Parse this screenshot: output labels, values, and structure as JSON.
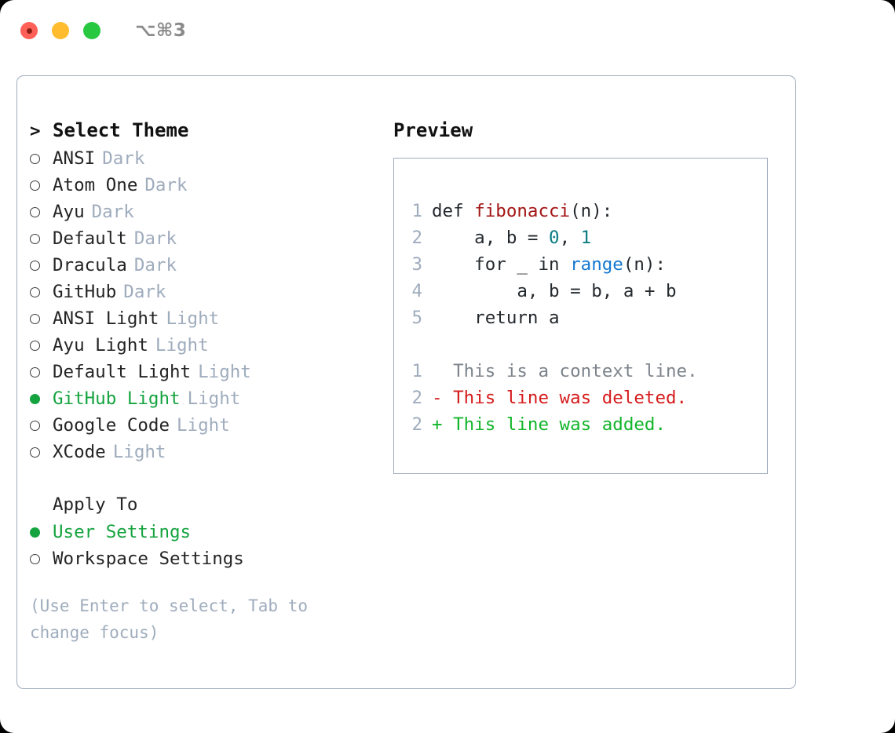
{
  "titlebar": {
    "shortcut": "⌥⌘3",
    "buttons": [
      {
        "name": "close",
        "color": "#ff6058"
      },
      {
        "name": "minimize",
        "color": "#febc2e"
      },
      {
        "name": "maximize",
        "color": "#28c840"
      }
    ]
  },
  "theme_list": {
    "header_prefix": ">",
    "header": "Select Theme",
    "items": [
      {
        "marker": "○",
        "label": "ANSI",
        "suffix": "Dark",
        "selected": false
      },
      {
        "marker": "○",
        "label": "Atom One",
        "suffix": "Dark",
        "selected": false
      },
      {
        "marker": "○",
        "label": "Ayu",
        "suffix": "Dark",
        "selected": false
      },
      {
        "marker": "○",
        "label": "Default",
        "suffix": "Dark",
        "selected": false
      },
      {
        "marker": "○",
        "label": "Dracula",
        "suffix": "Dark",
        "selected": false
      },
      {
        "marker": "○",
        "label": "GitHub",
        "suffix": "Dark",
        "selected": false
      },
      {
        "marker": "○",
        "label": "ANSI Light",
        "suffix": "Light",
        "selected": false
      },
      {
        "marker": "○",
        "label": "Ayu Light",
        "suffix": "Light",
        "selected": false
      },
      {
        "marker": "○",
        "label": "Default Light",
        "suffix": "Light",
        "selected": false
      },
      {
        "marker": "●",
        "label": "GitHub Light",
        "suffix": "Light",
        "selected": true
      },
      {
        "marker": "○",
        "label": "Google Code",
        "suffix": "Light",
        "selected": false
      },
      {
        "marker": "○",
        "label": "XCode",
        "suffix": "Light",
        "selected": false
      }
    ]
  },
  "apply_to": {
    "header": "Apply To",
    "items": [
      {
        "marker": "●",
        "label": "User Settings",
        "selected": true
      },
      {
        "marker": "○",
        "label": "Workspace Settings",
        "selected": false
      }
    ]
  },
  "hint": "(Use Enter to select, Tab to change focus)",
  "preview": {
    "title": "Preview",
    "code_lines": [
      {
        "num": "1",
        "tokens": [
          {
            "t": "def ",
            "c": "plain"
          },
          {
            "t": "fibonacci",
            "c": "fn"
          },
          {
            "t": "(n):",
            "c": "plain"
          }
        ]
      },
      {
        "num": "2",
        "tokens": [
          {
            "t": "    a, b = ",
            "c": "plain"
          },
          {
            "t": "0",
            "c": "num"
          },
          {
            "t": ", ",
            "c": "plain"
          },
          {
            "t": "1",
            "c": "num"
          }
        ]
      },
      {
        "num": "3",
        "tokens": [
          {
            "t": "    for _ in ",
            "c": "plain"
          },
          {
            "t": "range",
            "c": "call"
          },
          {
            "t": "(n):",
            "c": "plain"
          }
        ]
      },
      {
        "num": "4",
        "tokens": [
          {
            "t": "        a, b = b, a + b",
            "c": "plain"
          }
        ]
      },
      {
        "num": "5",
        "tokens": [
          {
            "t": "    return a",
            "c": "plain"
          }
        ]
      },
      {
        "num": "",
        "tokens": []
      },
      {
        "num": "1",
        "tokens": [
          {
            "t": "  This is a context line.",
            "c": "ctx"
          }
        ]
      },
      {
        "num": "2",
        "tokens": [
          {
            "t": "- This line was deleted.",
            "c": "del"
          }
        ]
      },
      {
        "num": "2",
        "tokens": [
          {
            "t": "+ This line was added.",
            "c": "add"
          }
        ]
      }
    ]
  },
  "colors": {
    "accent_green": "#15a33f",
    "muted": "#9facbd",
    "text": "#242424",
    "diff_add": "#12b52a",
    "diff_del": "#d61c1c",
    "syntax_function": "#a31515",
    "syntax_number": "#0b7c83",
    "syntax_call": "#1477d1"
  }
}
